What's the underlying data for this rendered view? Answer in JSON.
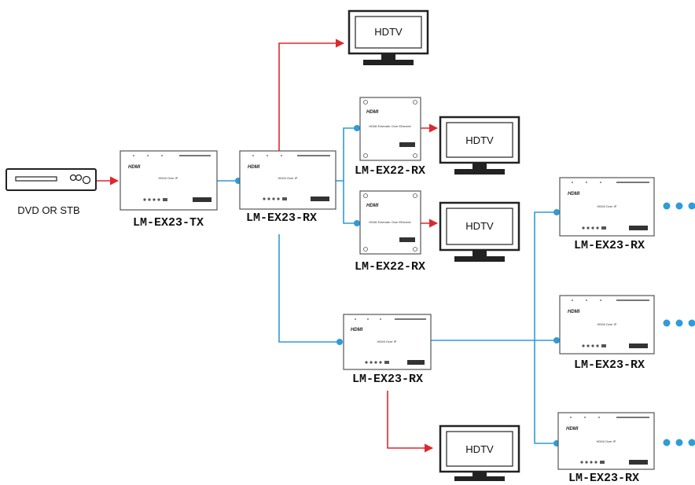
{
  "source": {
    "label": "DVD OR STB"
  },
  "tv_label": "HDTV",
  "transmitter": {
    "label": "LM-EX23-TX",
    "panel_text": "HDMI Over IP",
    "logo": "HDMI"
  },
  "receivers": {
    "main": {
      "label": "LM-EX23-RX",
      "panel_text": "HDMI Over IP"
    },
    "ex22_top": {
      "label": "LM-EX22-RX",
      "panel_text": "HDMI Extender Over Ethernet"
    },
    "ex22_bottom": {
      "label": "LM-EX22-RX",
      "panel_text": "HDMI Extender Over Ethernet"
    },
    "middle": {
      "label": "LM-EX23-RX",
      "panel_text": "HDMI Over IP"
    },
    "right_1": {
      "label": "LM-EX23-RX",
      "panel_text": "HDMI Over IP"
    },
    "right_2": {
      "label": "LM-EX23-RX",
      "panel_text": "HDMI Over IP"
    },
    "right_3": {
      "label": "LM-EX23-RX",
      "panel_text": "HDMI Over IP"
    }
  },
  "colors": {
    "hdmi_link": "#e0262e",
    "network_link": "#2f9bd8"
  },
  "icons": {
    "tv": "tv-icon",
    "player": "dvd-player-icon",
    "more": "ellipsis-icon"
  }
}
